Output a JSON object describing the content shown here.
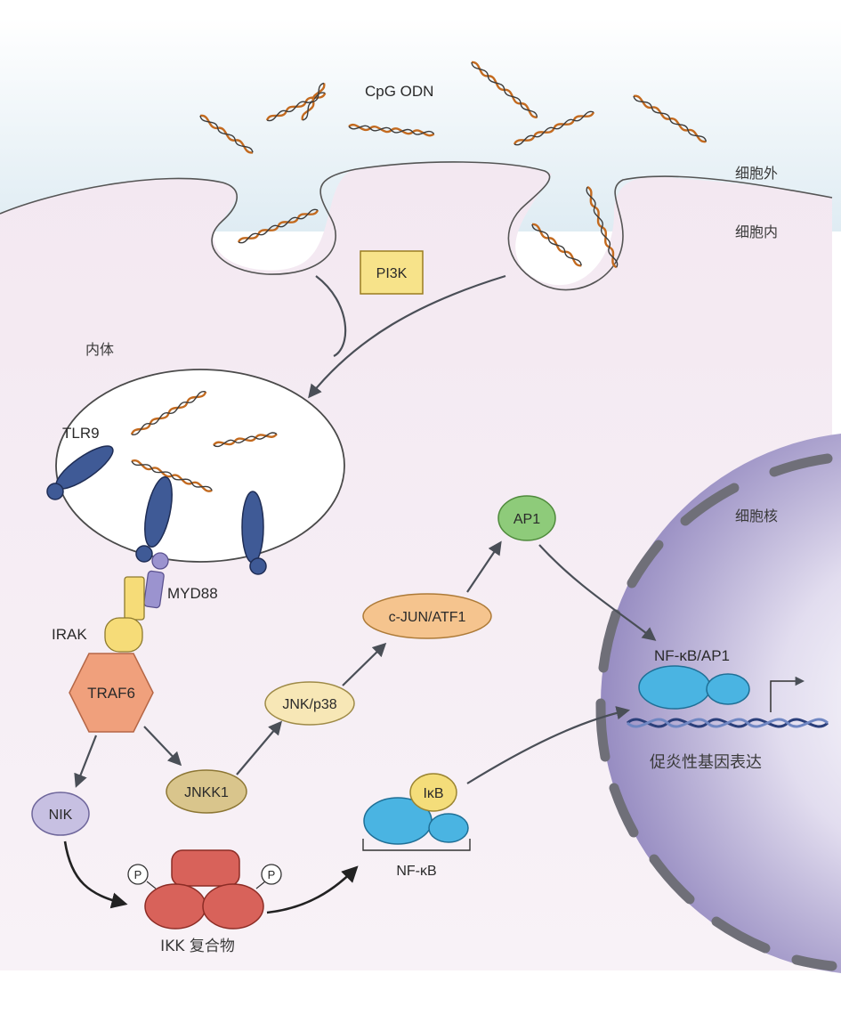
{
  "labels": {
    "cpg_odn": "CpG ODN",
    "extracellular": "细胞外",
    "intracellular": "细胞内",
    "pi3k": "PI3K",
    "endosome": "内体",
    "tlr9": "TLR9",
    "myd88": "MYD88",
    "irak": "IRAK",
    "traf6": "TRAF6",
    "nik": "NIK",
    "jnkk1": "JNKK1",
    "jnk_p38": "JNK/p38",
    "cjun_atf1": "c-JUN/ATF1",
    "ap1": "AP1",
    "nucleus": "细胞核",
    "nfkb_ap1": "NF-κB/AP1",
    "gene_expression": "促炎性基因表达",
    "ikb": "IκB",
    "nfkb": "NF-κB",
    "ikk_complex": "IKK 复合物",
    "phospho_left": "P",
    "phospho_right": "P"
  },
  "colors": {
    "extracellular": "#e6f0f5",
    "cytoplasm": "#f1e9f1",
    "nucleus": "#a197c6",
    "receptor": "#3f5a96",
    "pi3k": "#f7e38a",
    "traf6": "#f0a07c",
    "ikk": "#d8625a",
    "nfkb": "#4ab4e2",
    "ikb": "#f4dd7a",
    "ap1": "#8ecb7a",
    "cjun": "#f5c48e",
    "jnk": "#f7e7b6",
    "jnkk1": "#d9c58c",
    "nik": "#c7c0e2",
    "myd88": "#9b93cf",
    "irak": "#f6dc78",
    "dna": "#c36a1f"
  }
}
